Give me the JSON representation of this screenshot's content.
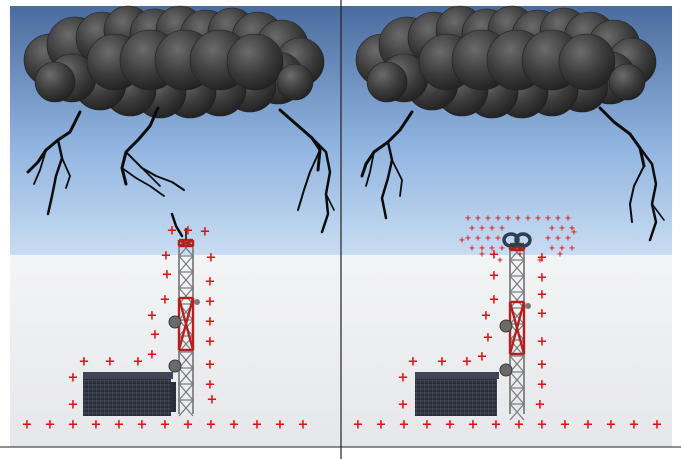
{
  "figure": {
    "panels": [
      {
        "id": "left",
        "description_name": "lightning-strikes-tower",
        "tip": "spike",
        "charge_symbol": "+"
      },
      {
        "id": "right",
        "description_name": "dissipation-array-tower",
        "tip": "ring",
        "charge_symbol": "+"
      }
    ],
    "colors": {
      "sky_top": "#4e6fa0",
      "sky_mid": "#9fc0e6",
      "ground": "#eeeff2",
      "cloud": "#3a3a3a",
      "bolt": "#0c0c0c",
      "charge": "#e01010",
      "tower_red": "#b32020",
      "tower_grey": "#8a8a8a",
      "shelter": "#2e3440",
      "divider": "#222222"
    },
    "icons": [
      "storm-cloud-icon",
      "lightning-bolt-icon",
      "tower-icon",
      "equipment-shelter-icon",
      "positive-charge-icon",
      "dish-antenna-icon"
    ]
  }
}
